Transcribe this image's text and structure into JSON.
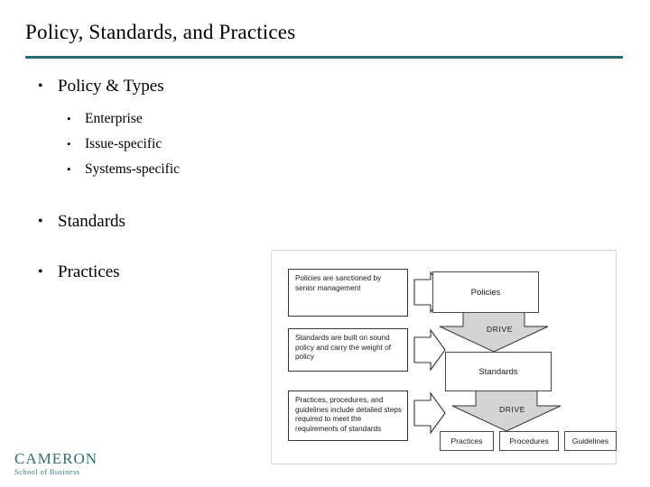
{
  "slide": {
    "title": "Policy, Standards, and Practices",
    "rule_color": "#2a6b70"
  },
  "bullets": {
    "level1": [
      {
        "label": "Policy & Types"
      },
      {
        "label": "Standards"
      },
      {
        "label": "Practices"
      }
    ],
    "level2": [
      {
        "label": "Enterprise"
      },
      {
        "label": "Issue-specific"
      },
      {
        "label": "Systems-specific"
      }
    ],
    "marker": "•"
  },
  "logo": {
    "name": "CAMERON",
    "subtitle": "School of Business",
    "color": "#2f6f72"
  },
  "diagram": {
    "callouts": [
      {
        "text": "Policies are sanctioned by senior management"
      },
      {
        "text": "Standards are built on sound policy and carry the weight of policy"
      },
      {
        "text": "Practices, procedures, and guidelines include detailed steps required to meet the requirements of standards"
      }
    ],
    "flow_boxes": [
      {
        "label": "Policies"
      },
      {
        "label": "Standards"
      }
    ],
    "leaf_boxes": [
      {
        "label": "Practices"
      },
      {
        "label": "Procedures"
      },
      {
        "label": "Guidelines"
      }
    ],
    "arrow_labels": [
      {
        "label": "DRIVE"
      },
      {
        "label": "DRIVE"
      }
    ],
    "arrow_fill": "#d4d4d4",
    "arrow_stroke": "#333333"
  }
}
